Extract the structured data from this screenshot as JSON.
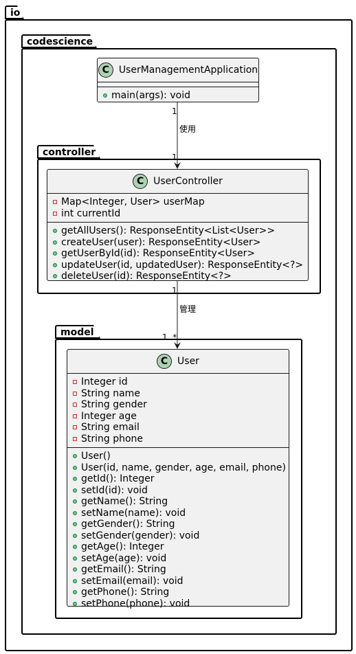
{
  "packages": {
    "root": "io",
    "codescience": "codescience",
    "controller": "controller",
    "model": "model"
  },
  "classes": {
    "app": {
      "stereotype": "C",
      "name": "UserManagementApplication",
      "fields": [],
      "methods": [
        {
          "vis": "public",
          "text": "main(args): void"
        }
      ]
    },
    "controller": {
      "stereotype": "C",
      "name": "UserController",
      "fields": [
        {
          "vis": "private",
          "text": "Map<Integer, User> userMap"
        },
        {
          "vis": "private",
          "text": "int currentId"
        }
      ],
      "methods": [
        {
          "vis": "public",
          "text": "getAllUsers(): ResponseEntity<List<User>>"
        },
        {
          "vis": "public",
          "text": "createUser(user): ResponseEntity<User>"
        },
        {
          "vis": "public",
          "text": "getUserById(id): ResponseEntity<User>"
        },
        {
          "vis": "public",
          "text": "updateUser(id, updatedUser): ResponseEntity<?>"
        },
        {
          "vis": "public",
          "text": "deleteUser(id): ResponseEntity<?>"
        }
      ]
    },
    "user": {
      "stereotype": "C",
      "name": "User",
      "fields": [
        {
          "vis": "private",
          "text": "Integer id"
        },
        {
          "vis": "private",
          "text": "String name"
        },
        {
          "vis": "private",
          "text": "String gender"
        },
        {
          "vis": "private",
          "text": "Integer age"
        },
        {
          "vis": "private",
          "text": "String email"
        },
        {
          "vis": "private",
          "text": "String phone"
        }
      ],
      "methods": [
        {
          "vis": "public",
          "text": "User()"
        },
        {
          "vis": "public",
          "text": "User(id, name, gender, age, email, phone)"
        },
        {
          "vis": "public",
          "text": "getId(): Integer"
        },
        {
          "vis": "public",
          "text": "setId(id): void"
        },
        {
          "vis": "public",
          "text": "getName(): String"
        },
        {
          "vis": "public",
          "text": "setName(name): void"
        },
        {
          "vis": "public",
          "text": "getGender(): String"
        },
        {
          "vis": "public",
          "text": "setGender(gender): void"
        },
        {
          "vis": "public",
          "text": "getAge(): Integer"
        },
        {
          "vis": "public",
          "text": "setAge(age): void"
        },
        {
          "vis": "public",
          "text": "getEmail(): String"
        },
        {
          "vis": "public",
          "text": "setEmail(email): void"
        },
        {
          "vis": "public",
          "text": "getPhone(): String"
        },
        {
          "vis": "public",
          "text": "setPhone(phone): void"
        }
      ]
    }
  },
  "relations": {
    "uses": {
      "label": "使用",
      "from_mult": "1",
      "to_mult": "1"
    },
    "manages": {
      "label": "管理",
      "from_mult": "1",
      "to_mult": "1..*"
    }
  },
  "colors": {
    "class_fill": "#f1f1f1",
    "class_badge": "#add1b2",
    "public_marker": "#84be84",
    "private_marker": "#c82930"
  }
}
